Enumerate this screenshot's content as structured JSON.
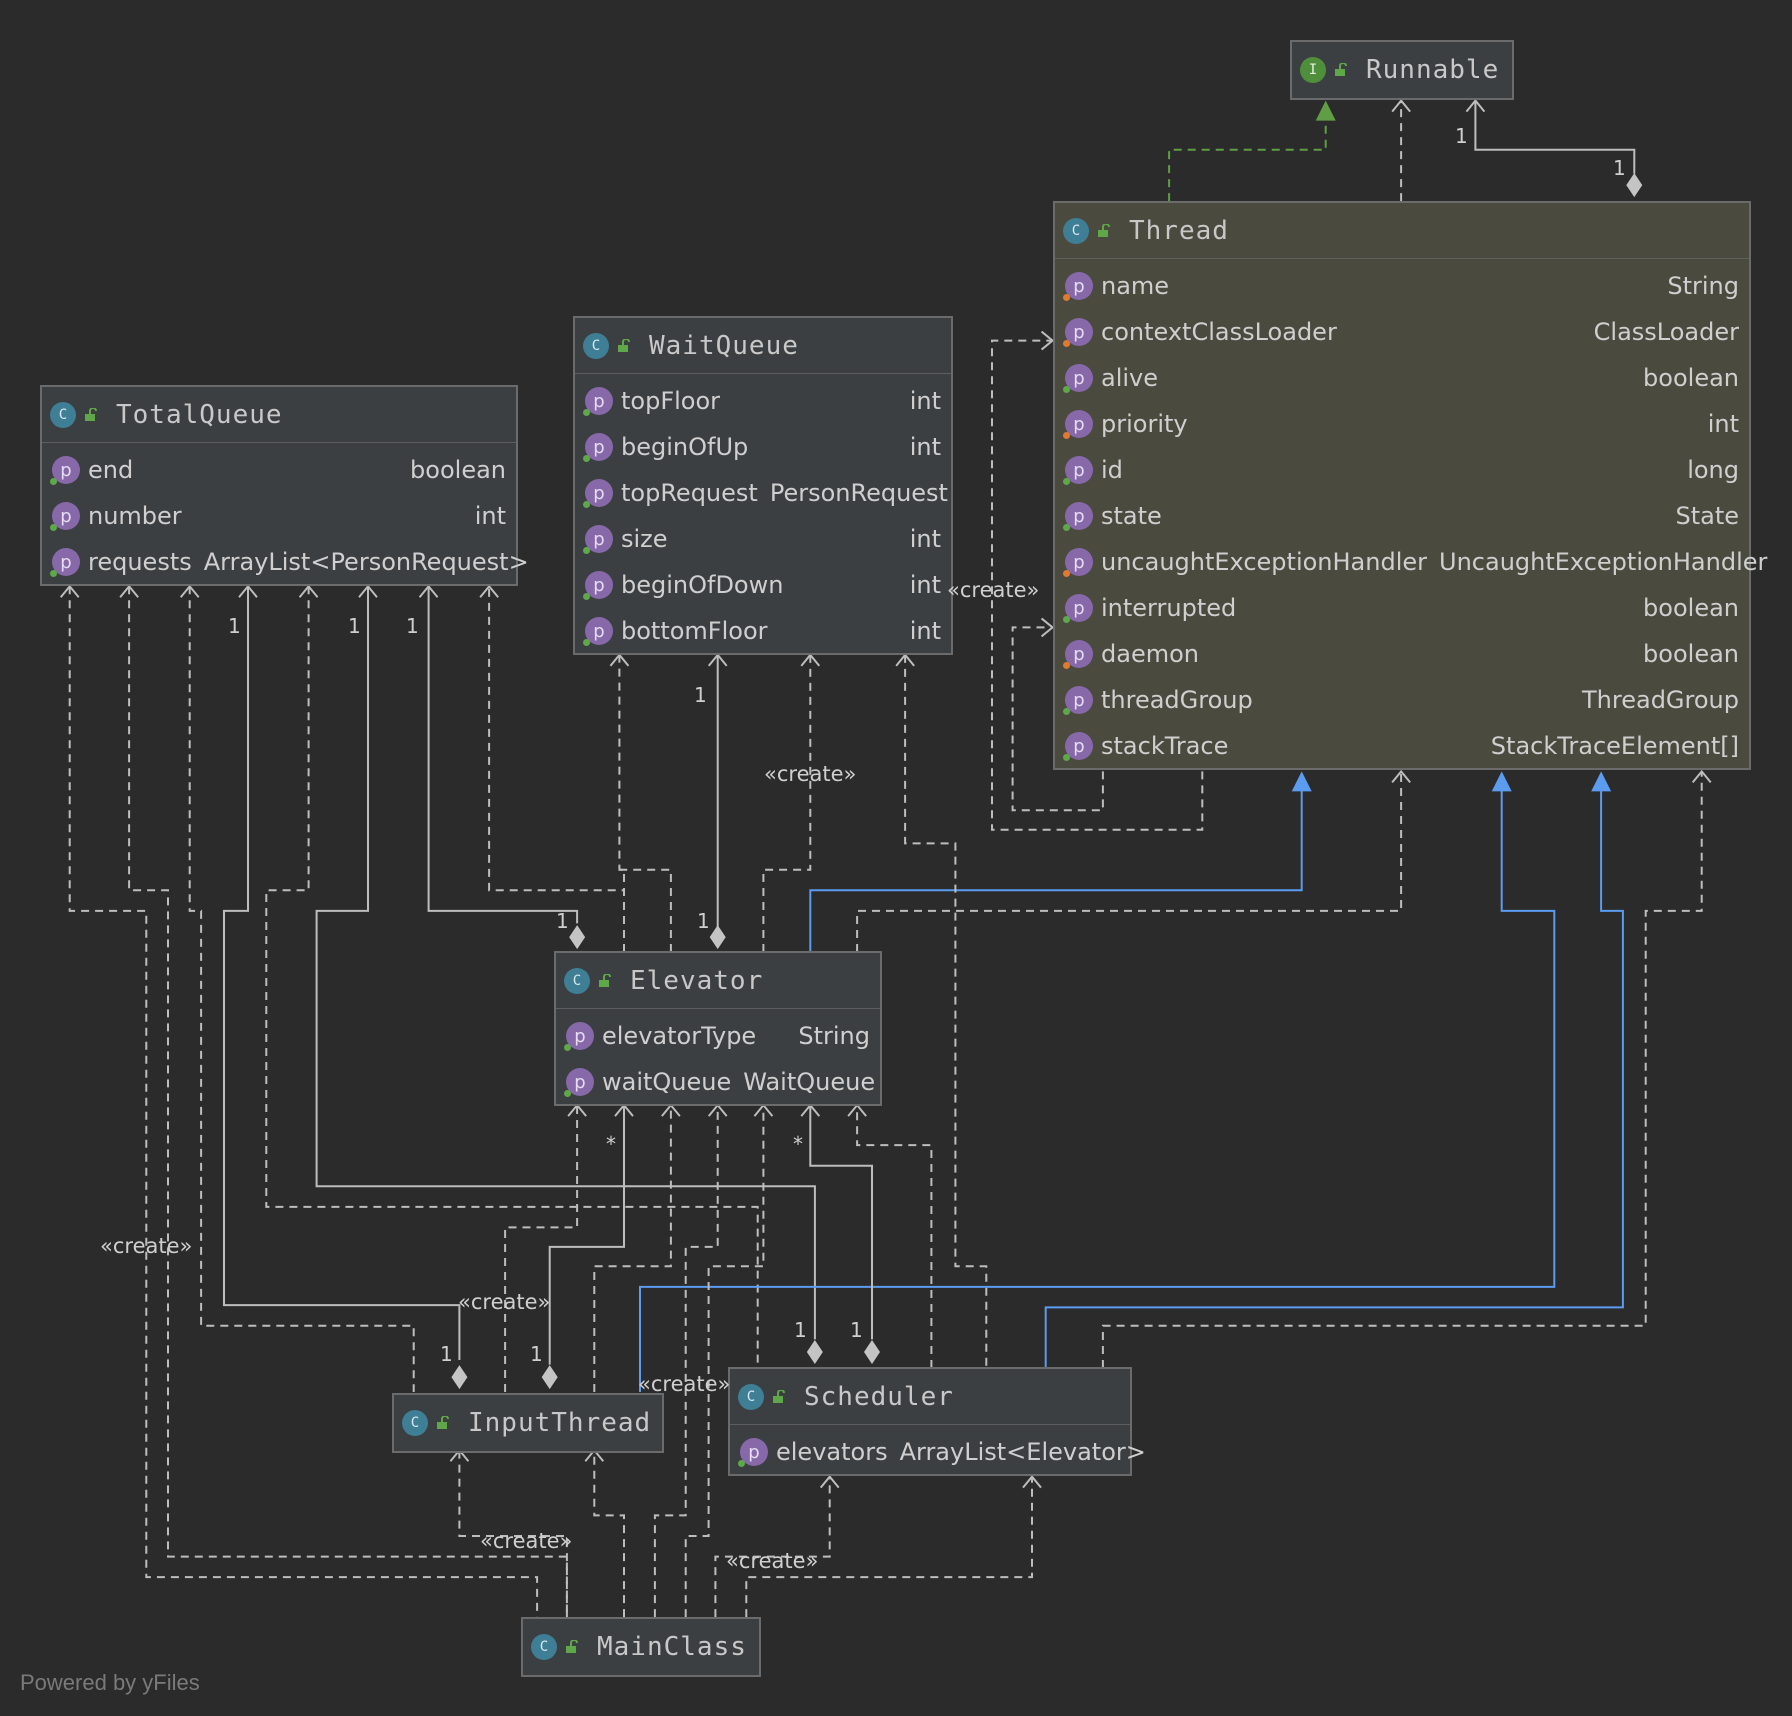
{
  "nodes": {
    "runnable": {
      "title": "Runnable",
      "kind": "I"
    },
    "thread": {
      "title": "Thread",
      "kind": "C",
      "fields": [
        {
          "name": "name",
          "type": "String",
          "protected": true
        },
        {
          "name": "contextClassLoader",
          "type": "ClassLoader",
          "protected": true
        },
        {
          "name": "alive",
          "type": "boolean",
          "protected": false
        },
        {
          "name": "priority",
          "type": "int",
          "protected": true
        },
        {
          "name": "id",
          "type": "long",
          "protected": false
        },
        {
          "name": "state",
          "type": "State",
          "protected": false
        },
        {
          "name": "uncaughtExceptionHandler",
          "type": "UncaughtExceptionHandler",
          "protected": true
        },
        {
          "name": "interrupted",
          "type": "boolean",
          "protected": false
        },
        {
          "name": "daemon",
          "type": "boolean",
          "protected": true
        },
        {
          "name": "threadGroup",
          "type": "ThreadGroup",
          "protected": false
        },
        {
          "name": "stackTrace",
          "type": "StackTraceElement[]",
          "protected": false
        }
      ]
    },
    "waitqueue": {
      "title": "WaitQueue",
      "kind": "C",
      "fields": [
        {
          "name": "topFloor",
          "type": "int"
        },
        {
          "name": "beginOfUp",
          "type": "int"
        },
        {
          "name": "topRequest",
          "type": "PersonRequest"
        },
        {
          "name": "size",
          "type": "int"
        },
        {
          "name": "beginOfDown",
          "type": "int"
        },
        {
          "name": "bottomFloor",
          "type": "int"
        }
      ]
    },
    "totalqueue": {
      "title": "TotalQueue",
      "kind": "C",
      "fields": [
        {
          "name": "end",
          "type": "boolean"
        },
        {
          "name": "number",
          "type": "int"
        },
        {
          "name": "requests",
          "type": "ArrayList<PersonRequest>"
        }
      ]
    },
    "elevator": {
      "title": "Elevator",
      "kind": "C",
      "fields": [
        {
          "name": "elevatorType",
          "type": "String"
        },
        {
          "name": "waitQueue",
          "type": "WaitQueue"
        }
      ]
    },
    "inputthread": {
      "title": "InputThread",
      "kind": "C"
    },
    "scheduler": {
      "title": "Scheduler",
      "kind": "C",
      "fields": [
        {
          "name": "elevators",
          "type": "ArrayList<Elevator>"
        }
      ]
    },
    "mainclass": {
      "title": "MainClass",
      "kind": "C"
    }
  },
  "labels": {
    "create": "«create»",
    "one": "1",
    "many": "*"
  },
  "footer": "Powered by yFiles",
  "colors": {
    "background": "#2b2b2b",
    "edge": "#bdbdbd",
    "implements": "#5f9e45",
    "extends": "#5b9bf0"
  }
}
